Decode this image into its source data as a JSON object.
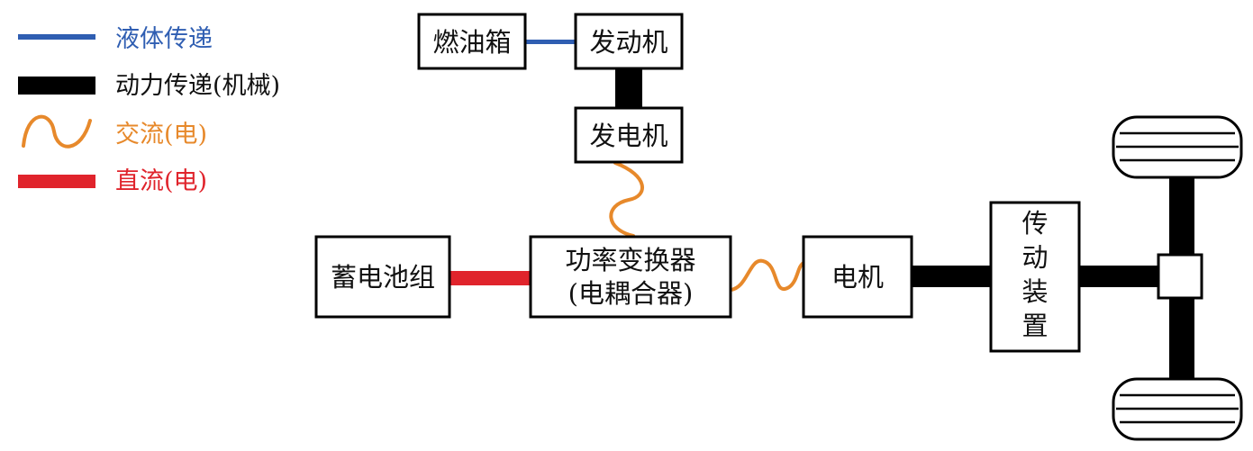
{
  "colors": {
    "liquid": "#2f5eb2",
    "mechanical": "#000000",
    "ac": "#e7892b",
    "dc": "#e0242c",
    "text": "#111111"
  },
  "legend": {
    "liquid": "液体传递",
    "mechanical": "动力传递(机械)",
    "ac": "交流(电)",
    "dc": "直流(电)"
  },
  "components": {
    "fuel_tank": "燃油箱",
    "engine": "发动机",
    "generator": "发电机",
    "battery": "蓄电池组",
    "converter_line1": "功率变换器",
    "converter_line2": "(电耦合器)",
    "motor": "电机",
    "transmission_1": "传",
    "transmission_2": "动",
    "transmission_3": "装",
    "transmission_4": "置"
  }
}
